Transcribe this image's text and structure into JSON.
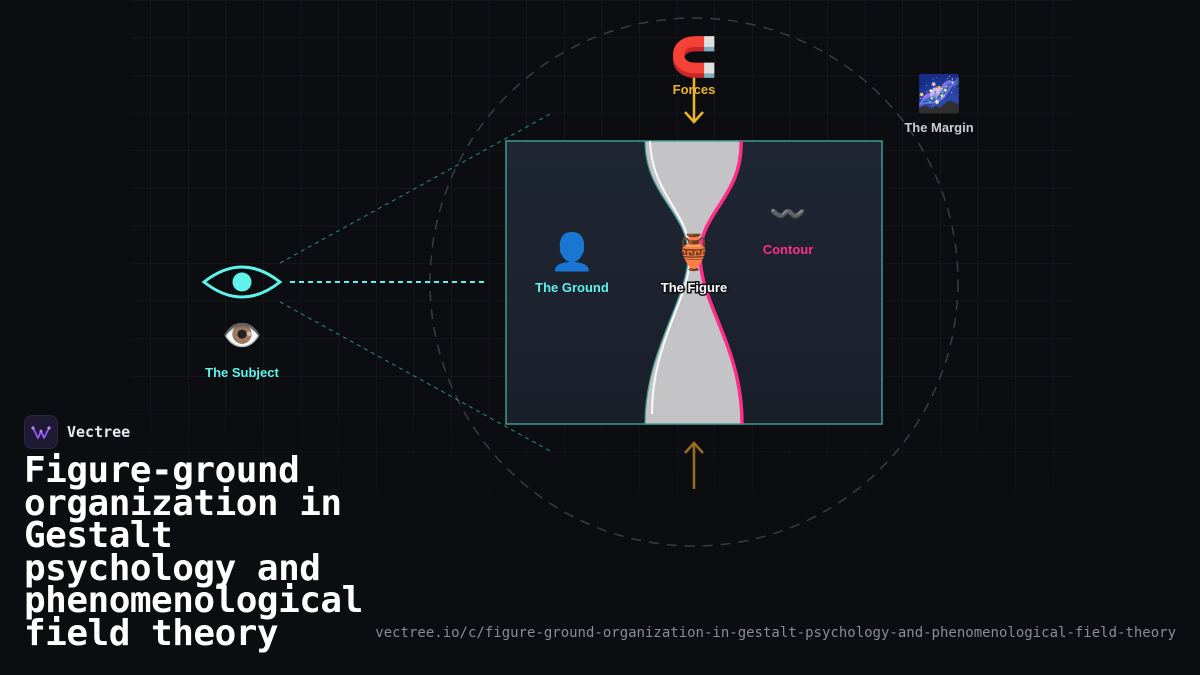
{
  "brand": {
    "name": "Vectree"
  },
  "title": "Figure-ground organization in Gestalt psychology and phenomenological field theory",
  "url": "vectree.io/c/figure-ground-organization-in-gestalt-psychology-and-phenomenological-field-theory",
  "nodes": {
    "forces": {
      "label": "Forces",
      "icon": "magnet-icon",
      "glyph": "🧲",
      "color": "#f0b429"
    },
    "margin": {
      "label": "The Margin",
      "icon": "galaxy-icon",
      "glyph": "🌌",
      "color": "#c9ccd3"
    },
    "subject": {
      "label": "The Subject",
      "icon": "eye-icon",
      "glyph": "👁️",
      "color": "#5ff3ea"
    },
    "ground": {
      "label": "The Ground",
      "icon": "person-silhouette-icon",
      "glyph": "👤",
      "color": "#5ff3ea"
    },
    "figure": {
      "label": "The Figure",
      "icon": "vase-icon",
      "glyph": "🏺",
      "color": "#ffffff"
    },
    "contour": {
      "label": "Contour",
      "icon": "wavy-line-icon",
      "glyph": "〰️",
      "color": "#ff2d8a"
    }
  },
  "colors": {
    "accent_cyan": "#5ff3ea",
    "accent_pink": "#ff2d8a",
    "accent_amber": "#f0b429",
    "panel_bg": "#1d2330",
    "panel_border": "#3f9a93",
    "vase_fill": "#c4c4c6"
  }
}
